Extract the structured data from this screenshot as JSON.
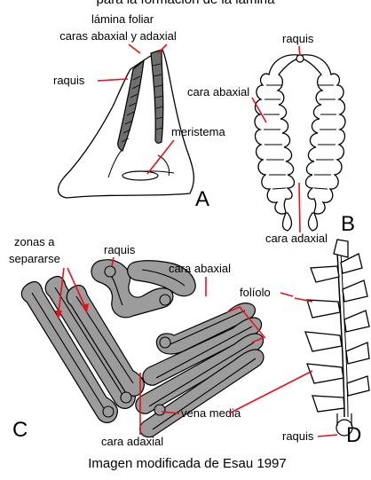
{
  "header_partial": "para la formación de la lámina",
  "panels": {
    "A": {
      "letter": "A",
      "label_lamina": "lámina foliar",
      "label_caras": "caras abaxial y adaxial",
      "label_raquis": "raquis",
      "label_meristema": "meristema"
    },
    "B": {
      "letter": "B",
      "label_raquis": "raquis",
      "label_cara_abaxial": "cara abaxial",
      "label_cara_adaxial": "cara adaxial"
    },
    "C": {
      "letter": "C",
      "label_zonas_1": "zonas a",
      "label_zonas_2": "separarse",
      "label_raquis": "raquis",
      "label_cara_abaxial": "cara abaxial",
      "label_foliolo": "folíolo",
      "label_vena_media": "vena media",
      "label_cara_adaxial": "cara adaxial"
    },
    "D": {
      "letter": "D",
      "label_raquis": "raquis"
    }
  },
  "caption": "Imagen modificada de Esau 1997",
  "colors": {
    "leader_lines": "#e8111a",
    "stipple": "#9c9c9c"
  }
}
